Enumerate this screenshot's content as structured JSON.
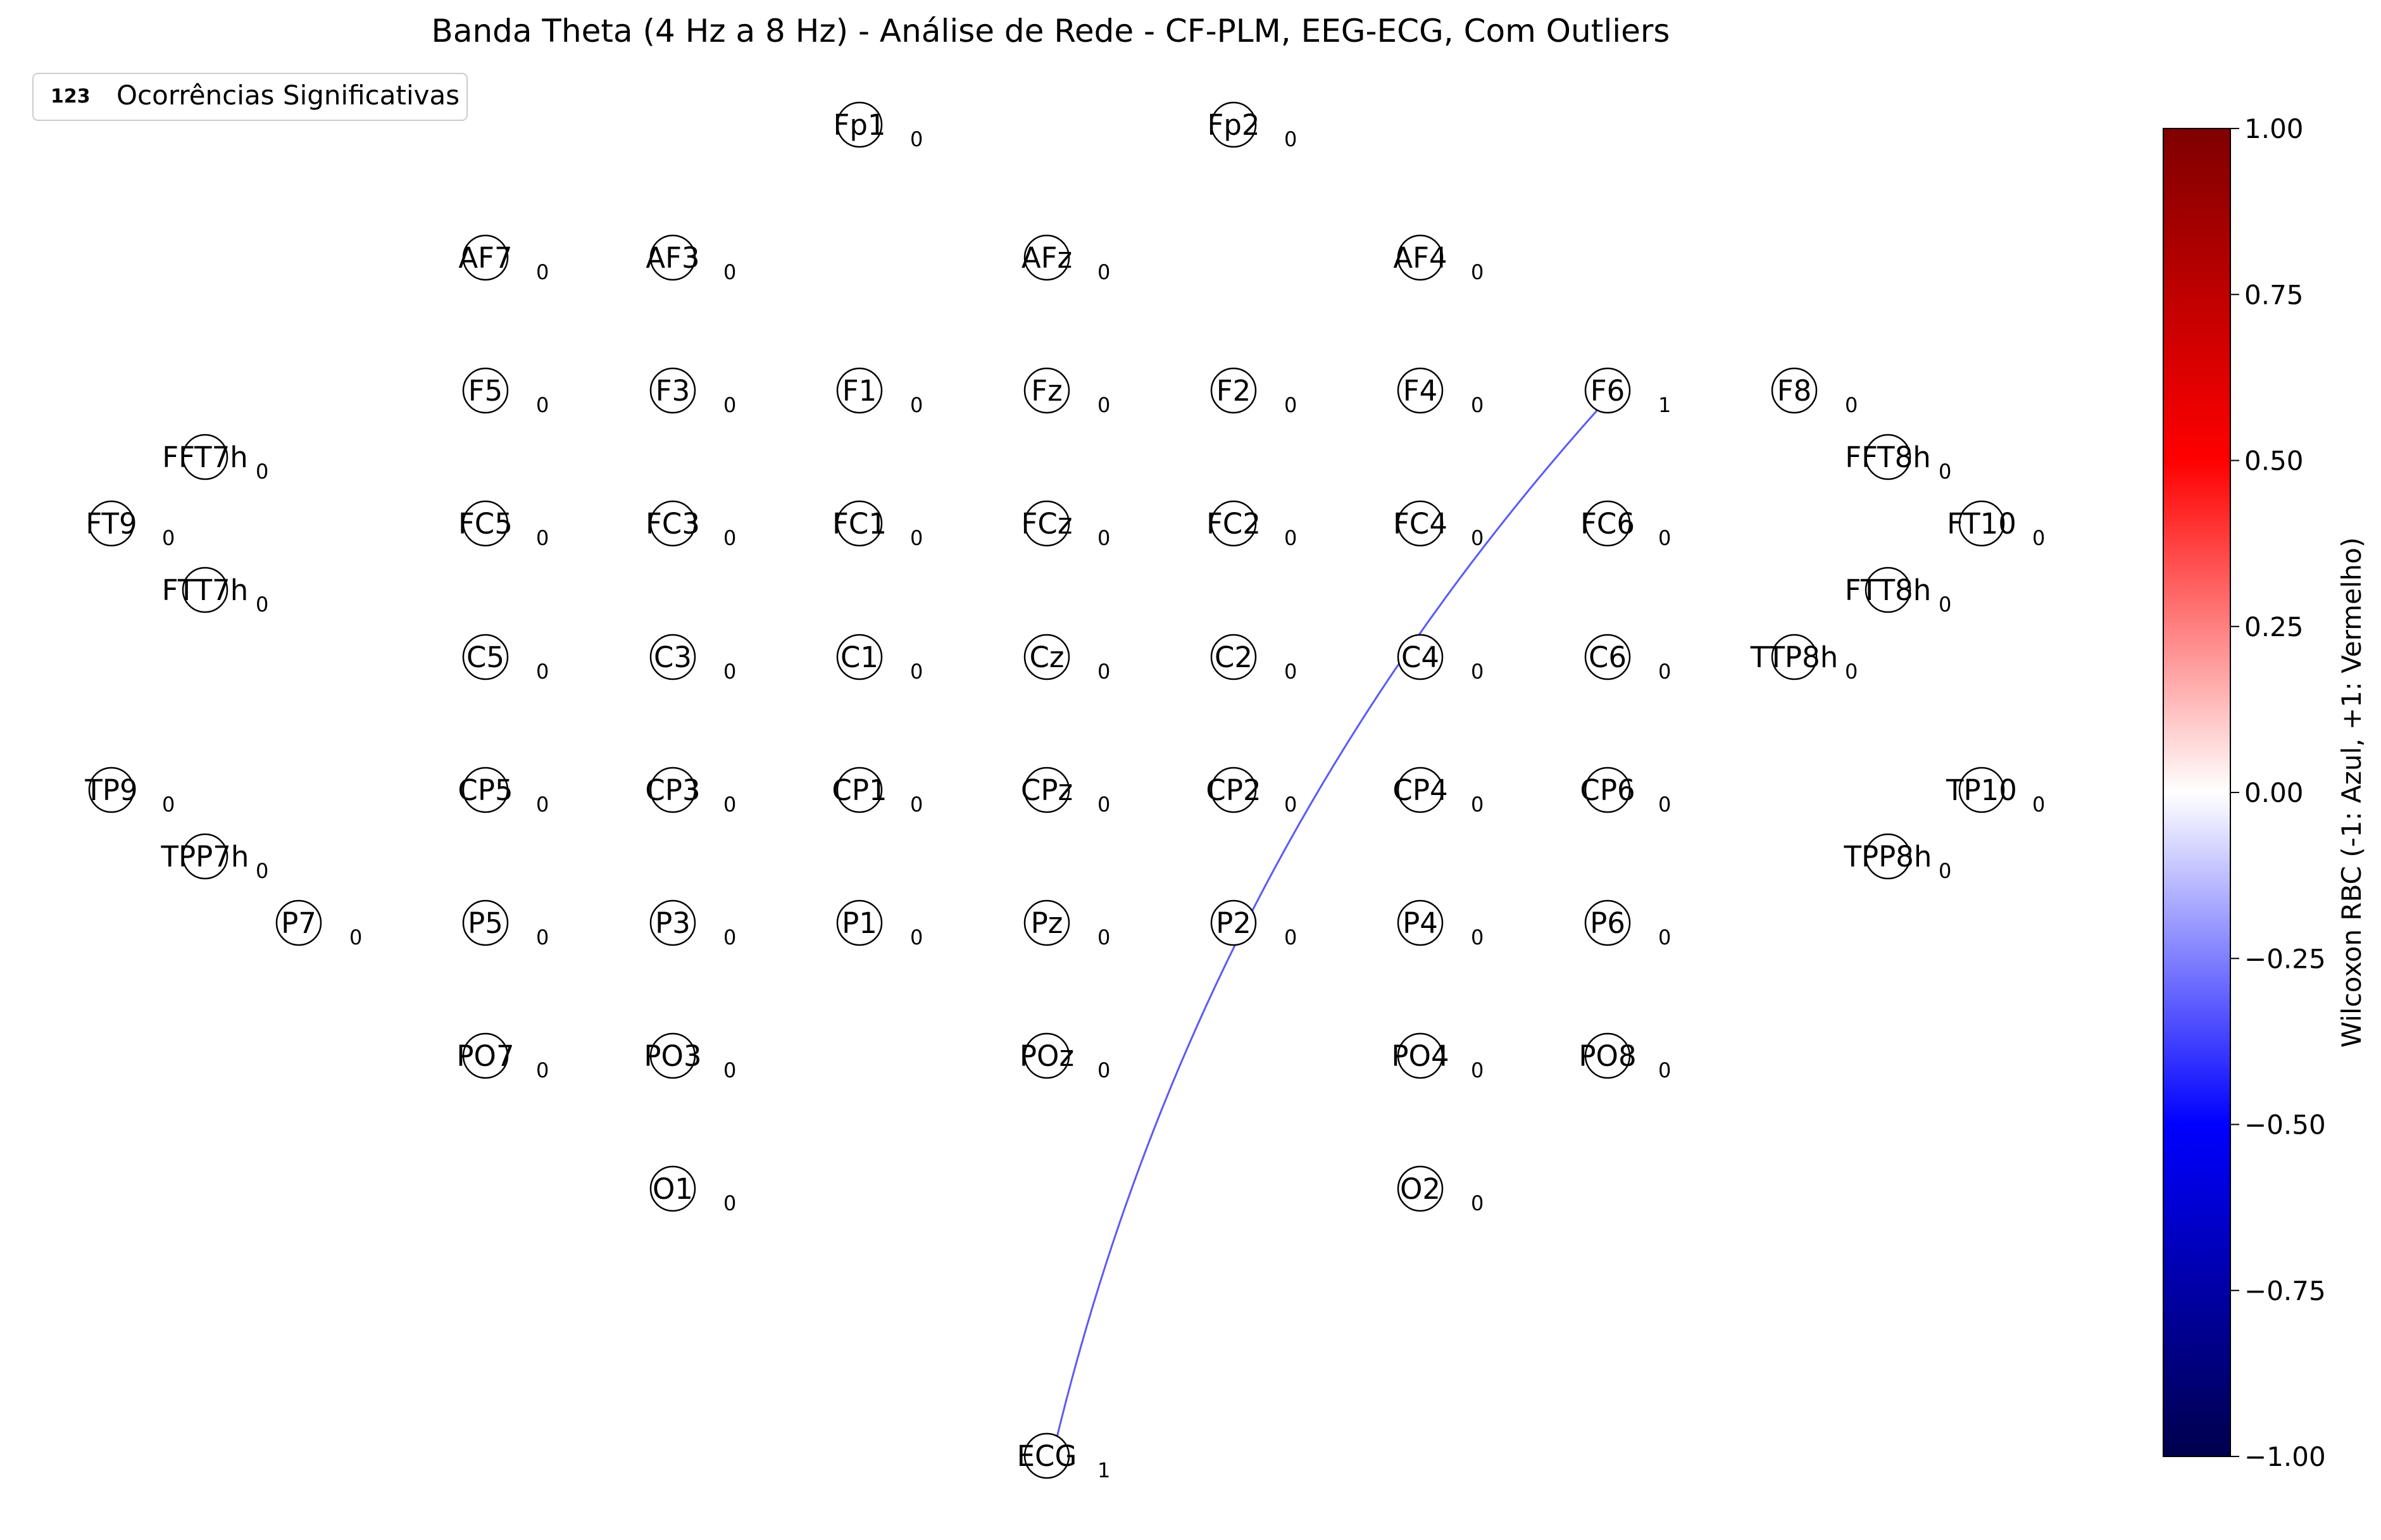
{
  "title": "Banda Theta (4 Hz a 8 Hz) - Análise de Rede - CF-PLM, EEG-ECG, Com Outliers",
  "legend": {
    "marker": "123",
    "label": "Ocorrências Significativas"
  },
  "colorbar": {
    "label": "Wilcoxon RBC (-1: Azul, +1: Vermelho)",
    "ticks": [
      "1.00",
      "0.75",
      "0.50",
      "0.25",
      "0.00",
      "−0.25",
      "−0.50",
      "−0.75",
      "−1.00"
    ],
    "colormap": "seismic",
    "colors": {
      "low": "#00004c",
      "blue": "#0000ff",
      "white": "#ffffff",
      "red": "#ff0000",
      "high": "#7f0000"
    }
  },
  "chart_data": {
    "type": "network",
    "nodes": [
      {
        "name": "Fp1",
        "count": "0"
      },
      {
        "name": "Fp2",
        "count": "0"
      },
      {
        "name": "AF7",
        "count": "0"
      },
      {
        "name": "AF3",
        "count": "0"
      },
      {
        "name": "AFz",
        "count": "0"
      },
      {
        "name": "AF4",
        "count": "0"
      },
      {
        "name": "F5",
        "count": "0"
      },
      {
        "name": "F3",
        "count": "0"
      },
      {
        "name": "F1",
        "count": "0"
      },
      {
        "name": "Fz",
        "count": "0"
      },
      {
        "name": "F2",
        "count": "0"
      },
      {
        "name": "F4",
        "count": "0"
      },
      {
        "name": "F6",
        "count": "1"
      },
      {
        "name": "F8",
        "count": "0"
      },
      {
        "name": "FFT7h",
        "count": "0"
      },
      {
        "name": "FFT8h",
        "count": "0"
      },
      {
        "name": "FT9",
        "count": "0"
      },
      {
        "name": "FC5",
        "count": "0"
      },
      {
        "name": "FC3",
        "count": "0"
      },
      {
        "name": "FC1",
        "count": "0"
      },
      {
        "name": "FCz",
        "count": "0"
      },
      {
        "name": "FC2",
        "count": "0"
      },
      {
        "name": "FC4",
        "count": "0"
      },
      {
        "name": "FC6",
        "count": "0"
      },
      {
        "name": "FT10",
        "count": "0"
      },
      {
        "name": "FTT7h",
        "count": "0"
      },
      {
        "name": "FTT8h",
        "count": "0"
      },
      {
        "name": "C5",
        "count": "0"
      },
      {
        "name": "C3",
        "count": "0"
      },
      {
        "name": "C1",
        "count": "0"
      },
      {
        "name": "Cz",
        "count": "0"
      },
      {
        "name": "C2",
        "count": "0"
      },
      {
        "name": "C4",
        "count": "0"
      },
      {
        "name": "C6",
        "count": "0"
      },
      {
        "name": "TTP8h",
        "count": "0"
      },
      {
        "name": "TP9",
        "count": "0"
      },
      {
        "name": "CP5",
        "count": "0"
      },
      {
        "name": "CP3",
        "count": "0"
      },
      {
        "name": "CP1",
        "count": "0"
      },
      {
        "name": "CPz",
        "count": "0"
      },
      {
        "name": "CP2",
        "count": "0"
      },
      {
        "name": "CP4",
        "count": "0"
      },
      {
        "name": "CP6",
        "count": "0"
      },
      {
        "name": "TP10",
        "count": "0"
      },
      {
        "name": "TPP7h",
        "count": "0"
      },
      {
        "name": "TPP8h",
        "count": "0"
      },
      {
        "name": "P7",
        "count": "0"
      },
      {
        "name": "P5",
        "count": "0"
      },
      {
        "name": "P3",
        "count": "0"
      },
      {
        "name": "P1",
        "count": "0"
      },
      {
        "name": "Pz",
        "count": "0"
      },
      {
        "name": "P2",
        "count": "0"
      },
      {
        "name": "P4",
        "count": "0"
      },
      {
        "name": "P6",
        "count": "0"
      },
      {
        "name": "PO7",
        "count": "0"
      },
      {
        "name": "PO3",
        "count": "0"
      },
      {
        "name": "POz",
        "count": "0"
      },
      {
        "name": "PO4",
        "count": "0"
      },
      {
        "name": "PO8",
        "count": "0"
      },
      {
        "name": "O1",
        "count": "0"
      },
      {
        "name": "O2",
        "count": "0"
      },
      {
        "name": "ECG",
        "count": "1"
      }
    ],
    "edges": [
      {
        "from": "ECG",
        "to": "F6",
        "color": "#5b5bf5",
        "rbc_sign": "negative"
      }
    ]
  }
}
